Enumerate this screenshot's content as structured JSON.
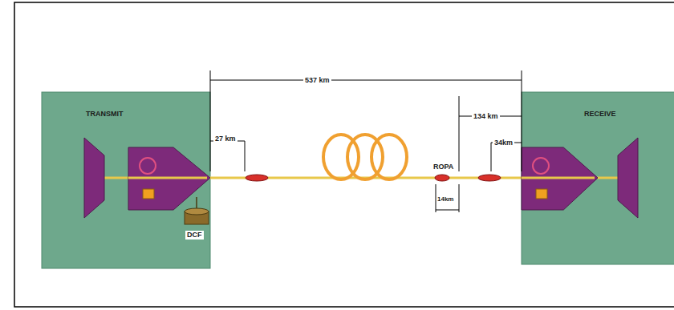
{
  "diagram": {
    "nodes": [
      {
        "text": [
          "TRANSMIT"
        ]
      },
      {
        "text": [
          "RECEIVE"
        ]
      }
    ],
    "edges": [
      {
        "from": 0,
        "to": 1,
        "arrow": "none"
      }
    ],
    "labels": [
      "537 km",
      "27 km",
      "DCF",
      "ROPA",
      "14km",
      "134 km",
      "34km"
    ]
  }
}
